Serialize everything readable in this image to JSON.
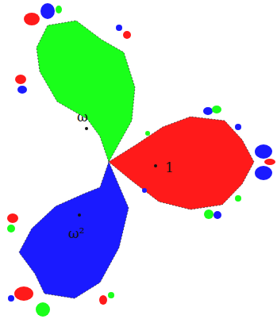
{
  "diagram": {
    "labels": [
      "1",
      "ω",
      "ω²"
    ]
  }
}
